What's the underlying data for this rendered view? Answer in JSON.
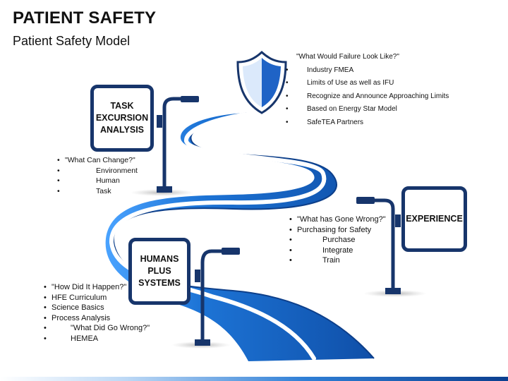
{
  "slide": {
    "title": "PATIENT SAFETY",
    "subtitle": "Patient Safety Model"
  },
  "boxes": {
    "task": [
      "TASK",
      "EXCURSION",
      "ANALYSIS"
    ],
    "humans": [
      "HUMANS",
      "PLUS",
      "SYSTEMS"
    ],
    "experience": [
      "EXPERIENCE"
    ]
  },
  "shield_text": {
    "heading": "\"What Would Failure Look Like?\"",
    "items": [
      "Industry FMEA",
      "Limits of Use as well as IFU",
      "Recognize and Announce Approaching Limits",
      "Based on Energy Star Model",
      "SafeTEA Partners"
    ]
  },
  "task_text": {
    "heading": "\"What Can Change?\"",
    "items": [
      "Environment",
      "Human",
      "Task"
    ]
  },
  "experience_text": {
    "items": [
      "\"What has Gone Wrong?\"",
      "Purchasing for Safety"
    ],
    "subitems": [
      "Purchase",
      "Integrate",
      "Train"
    ]
  },
  "humans_text": {
    "items": [
      "\"How Did It Happen?\"",
      "HFE Curriculum",
      "Science Basics",
      "Process Analysis"
    ],
    "subitems": [
      "\"What Did Go Wrong?\"",
      "HEMEA"
    ]
  },
  "colors": {
    "road_blue": "#1565c0",
    "road_highlight": "#4aa3ff",
    "dark_navy": "#17356b",
    "shield_blue": "#1f63c6",
    "shield_light": "#dbe9fb"
  },
  "icons": {
    "shield": "shield-icon",
    "lamp": "street-lamp-icon"
  }
}
